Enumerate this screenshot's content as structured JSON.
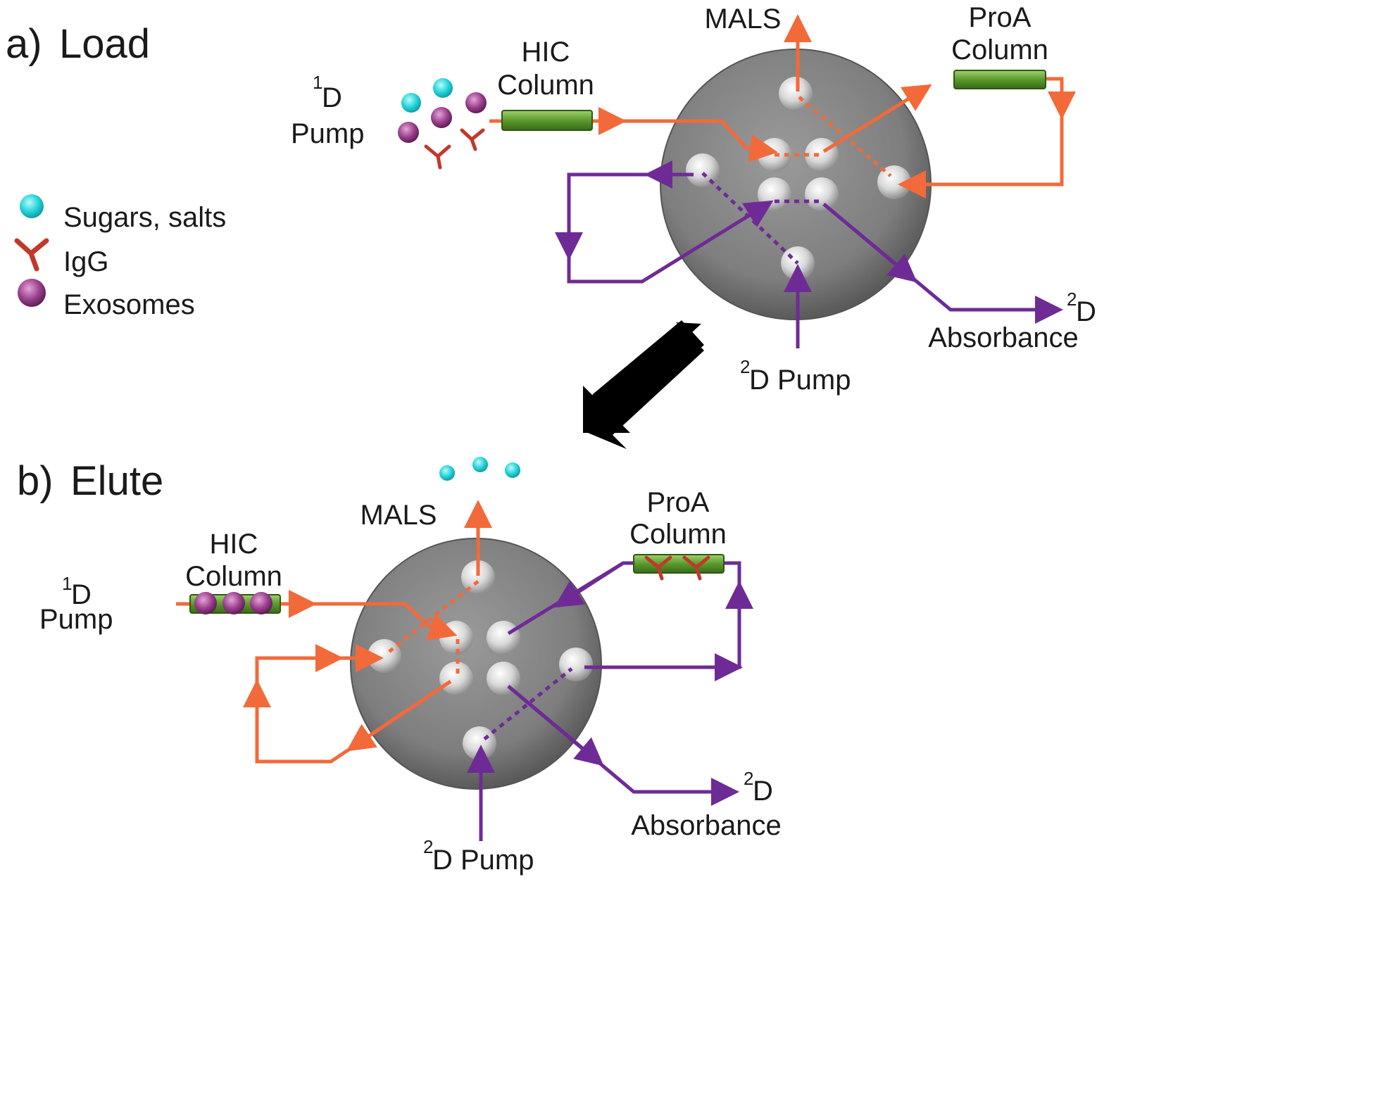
{
  "panel_a": {
    "letter": "a)",
    "title": "Load",
    "pump_1d": {
      "sup": "1",
      "line1": "D",
      "line2": "Pump"
    },
    "hic": {
      "line1": "HIC",
      "line2": "Column"
    },
    "mals": "MALS",
    "proa": {
      "line1": "ProA",
      "line2": "Column"
    },
    "pump_2d": {
      "sup": "2",
      "text": "D Pump"
    },
    "abs_2d": {
      "sup": "2",
      "line1": "D",
      "line2": "Absorbance"
    }
  },
  "panel_b": {
    "letter": "b)",
    "title": "Elute",
    "pump_1d": {
      "sup": "1",
      "line1": "D",
      "line2": "Pump"
    },
    "hic": {
      "line1": "HIC",
      "line2": "Column"
    },
    "mals": "MALS",
    "proa": {
      "line1": "ProA",
      "line2": "Column"
    },
    "pump_2d": {
      "sup": "2",
      "text": "D Pump"
    },
    "abs_2d": {
      "sup": "2",
      "line1": "D",
      "line2": "Absorbance"
    }
  },
  "legend": {
    "sugars": "Sugars, salts",
    "igg": "IgG",
    "exosomes": "Exosomes"
  },
  "colors": {
    "orange": "#f26a3a",
    "purple": "#6e2b96",
    "valve": "#7d7d7d",
    "column": "#5c9a2e",
    "sugar": "#28d4d8",
    "exosome": "#9a3f8c"
  }
}
